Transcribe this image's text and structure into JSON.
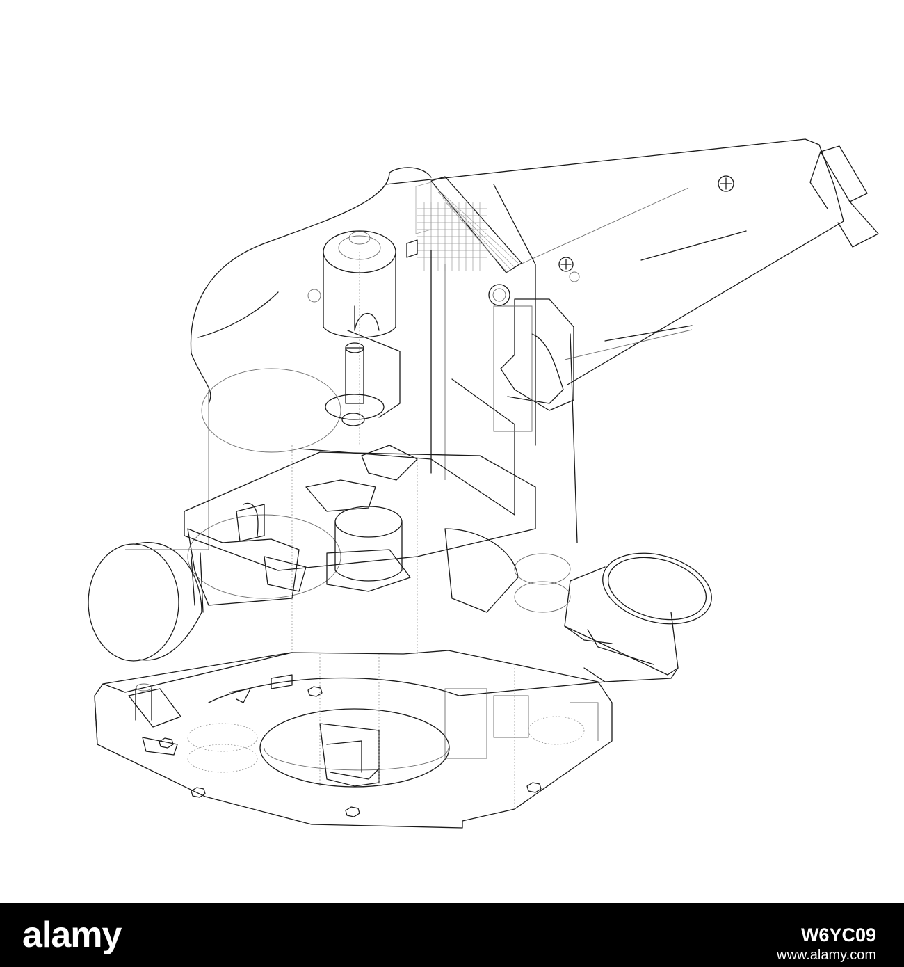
{
  "image": {
    "subject": "wireframe-drawing",
    "background_color": "#ffffff",
    "line_color": "#1a1a1a",
    "hidden_line_color": "#8c8c8c"
  },
  "footer": {
    "background_color": "#000000",
    "text_color": "#ffffff",
    "logo_text": "alamy",
    "image_id": "W6YC09",
    "url": "www.alamy.com"
  }
}
